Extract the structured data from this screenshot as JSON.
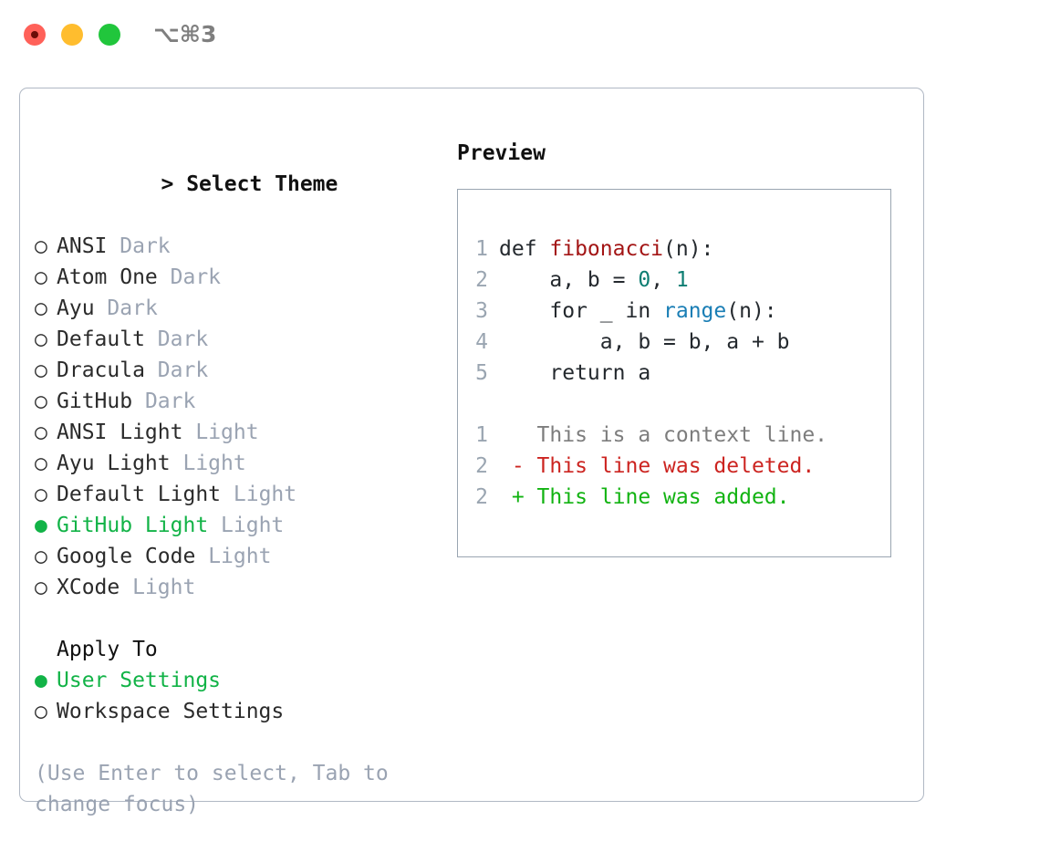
{
  "window": {
    "shortcut_label": "⌥⌘3",
    "traffic_lights": [
      {
        "name": "close",
        "color": "#ff6159"
      },
      {
        "name": "minimize",
        "color": "#ffbd2e"
      },
      {
        "name": "zoom",
        "color": "#21c63c"
      }
    ]
  },
  "theme_panel": {
    "header": "> Select Theme",
    "header_caret": ">",
    "header_text": "Select Theme",
    "items": [
      {
        "bullet": "○",
        "label": "ANSI",
        "tag": "Dark",
        "selected": false
      },
      {
        "bullet": "○",
        "label": "Atom One",
        "tag": "Dark",
        "selected": false
      },
      {
        "bullet": "○",
        "label": "Ayu",
        "tag": "Dark",
        "selected": false
      },
      {
        "bullet": "○",
        "label": "Default",
        "tag": "Dark",
        "selected": false
      },
      {
        "bullet": "○",
        "label": "Dracula",
        "tag": "Dark",
        "selected": false
      },
      {
        "bullet": "○",
        "label": "GitHub",
        "tag": "Dark",
        "selected": false
      },
      {
        "bullet": "○",
        "label": "ANSI Light",
        "tag": "Light",
        "selected": false
      },
      {
        "bullet": "○",
        "label": "Ayu Light",
        "tag": "Light",
        "selected": false
      },
      {
        "bullet": "○",
        "label": "Default Light",
        "tag": "Light",
        "selected": false
      },
      {
        "bullet": "●",
        "label": "GitHub Light",
        "tag": "Light",
        "selected": true
      },
      {
        "bullet": "○",
        "label": "Google Code",
        "tag": "Light",
        "selected": false
      },
      {
        "bullet": "○",
        "label": "XCode",
        "tag": "Light",
        "selected": false
      }
    ]
  },
  "apply_to": {
    "header": "Apply To",
    "items": [
      {
        "bullet": "●",
        "label": "User Settings",
        "selected": true
      },
      {
        "bullet": "○",
        "label": "Workspace Settings",
        "selected": false
      }
    ]
  },
  "hint": "(Use Enter to select, Tab to change focus)",
  "preview": {
    "title": "Preview",
    "code_lines": [
      {
        "num": "1",
        "segments": [
          {
            "text": "def ",
            "style": "plain"
          },
          {
            "text": "fibonacci",
            "style": "kw-fn"
          },
          {
            "text": "(n):",
            "style": "plain"
          }
        ]
      },
      {
        "num": "2",
        "segments": [
          {
            "text": "    a, b = ",
            "style": "plain"
          },
          {
            "text": "0",
            "style": "kw-num"
          },
          {
            "text": ", ",
            "style": "plain"
          },
          {
            "text": "1",
            "style": "kw-num"
          }
        ]
      },
      {
        "num": "3",
        "segments": [
          {
            "text": "    for _ in ",
            "style": "plain"
          },
          {
            "text": "range",
            "style": "kw-call"
          },
          {
            "text": "(n):",
            "style": "plain"
          }
        ]
      },
      {
        "num": "4",
        "segments": [
          {
            "text": "        a, b = b, a + b",
            "style": "plain"
          }
        ]
      },
      {
        "num": "5",
        "segments": [
          {
            "text": "    return a",
            "style": "plain"
          }
        ]
      },
      {
        "num": "",
        "segments": []
      },
      {
        "num": "1",
        "segments": [
          {
            "text": "   This is a context line.",
            "style": "diff-ctx"
          }
        ]
      },
      {
        "num": "2",
        "segments": [
          {
            "text": " - This line was deleted.",
            "style": "diff-del"
          }
        ]
      },
      {
        "num": "2",
        "segments": [
          {
            "text": " + This line was added.",
            "style": "diff-add"
          }
        ]
      }
    ]
  },
  "colors": {
    "accent_green": "#12b347",
    "muted": "#9aa3b2",
    "border": "#9aa5b1",
    "panel_border": "#b0b8c4",
    "code_function": "#a31515",
    "code_number": "#0d7d72",
    "code_call": "#1a7eb5",
    "diff_context": "#7d7d7d",
    "diff_deleted": "#cc2420",
    "diff_added": "#12b312"
  }
}
